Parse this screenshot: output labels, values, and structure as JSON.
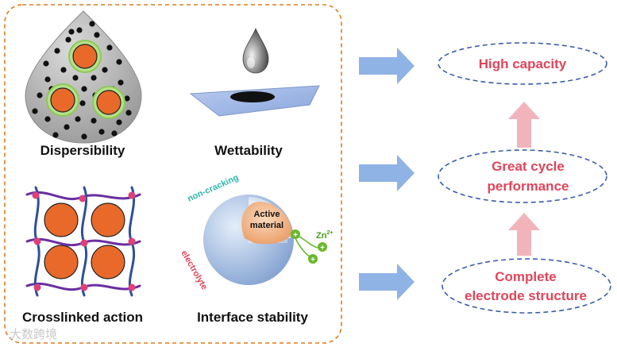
{
  "panels": {
    "dispersibility": "Dispersibility",
    "wettability": "Wettability",
    "crosslinked": "Crosslinked action",
    "interface": "Interface stability"
  },
  "sphere": {
    "non_cracking": "non-cracking",
    "active_line1": "Active",
    "active_line2": "material",
    "electrolyte": "electrolyte",
    "ion": "Zn",
    "ion_charge": "2+",
    "plus": "+"
  },
  "outcomes": {
    "high_capacity": "High capacity",
    "cycle_line1": "Great cycle",
    "cycle_line2": "performance",
    "structure_line1": "Complete",
    "structure_line2": "electrode structure"
  },
  "watermark": "大数跨境",
  "colors": {
    "panel_border": "#e07b1f",
    "arrow_blue": "#8fb3e4",
    "arrow_pink": "#f2b4bb",
    "outcome_text": "#e0455b",
    "ellipse_border": "#3a5ea8",
    "particle_orange": "#e8692a",
    "particle_halo": "#9ccf6a",
    "network_purple": "#6a2fa0",
    "network_blue": "#2f4f9a",
    "node_pink": "#e0407a",
    "sphere_blue": "#9ab8e2",
    "core_peach": "#f2b07e",
    "ion_green": "#6ab82e"
  }
}
